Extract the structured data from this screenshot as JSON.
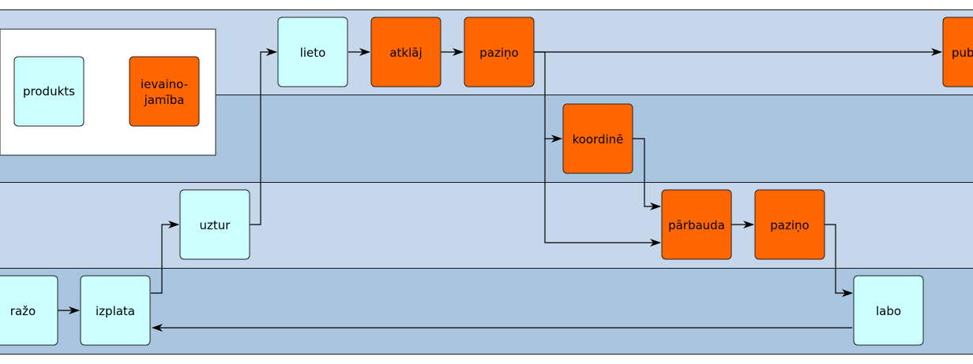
{
  "colors": {
    "lane_light": "#c6d7ec",
    "lane_dark": "#a9c5e0",
    "product": "#ccffff",
    "vulnerability": "#ff6600",
    "legend_bg": "#ffffff"
  },
  "legend": {
    "product_label": "produkts",
    "vulnerability_label_line1": "ievaino-",
    "vulnerability_label_line2": "jamība"
  },
  "nodes": {
    "lieto": "lieto",
    "atklaj": "atklāj",
    "pazino_top": "paziņo",
    "publice": "publicē",
    "koordine": "koordinē",
    "uztur": "uztur",
    "parbauda": "pārbauda",
    "pazino_mid": "paziņo",
    "razo": "ražo",
    "izplata": "izplata",
    "labo": "labo"
  }
}
